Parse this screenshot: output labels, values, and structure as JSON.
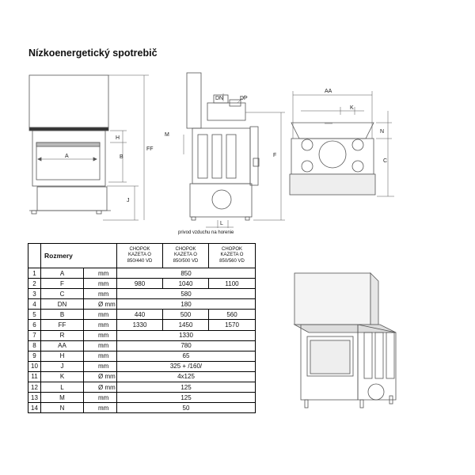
{
  "title": "Nízkoenergetický spotrebič",
  "drawing_labels": {
    "a": "A",
    "h": "H",
    "b": "B",
    "ff": "FF",
    "j": "J",
    "m": "M",
    "dn": "DN",
    "dp": "DP",
    "f": "F",
    "l": "L",
    "aa": "AA",
    "k": "K",
    "n": "N",
    "c": "C"
  },
  "air_note": "privod vzduchu na horenie",
  "table": {
    "heading": "Rozmery",
    "columns": [
      [
        "CHOPOK",
        "KAZETA O",
        "850/440 VD"
      ],
      [
        "CHOPOK",
        "KAZETA O",
        "850/500 VD"
      ],
      [
        "CHOPOK",
        "KAZETA O",
        "850/560 VD"
      ]
    ],
    "rows": [
      {
        "n": "1",
        "name": "A",
        "unit": "mm",
        "values": [
          "850"
        ]
      },
      {
        "n": "2",
        "name": "F",
        "unit": "mm",
        "values": [
          "980",
          "1040",
          "1100"
        ]
      },
      {
        "n": "3",
        "name": "C",
        "unit": "mm",
        "values": [
          "580"
        ]
      },
      {
        "n": "4",
        "name": "DN",
        "unit": "Ø mm",
        "values": [
          "180"
        ]
      },
      {
        "n": "5",
        "name": "B",
        "unit": "mm",
        "values": [
          "440",
          "500",
          "560"
        ]
      },
      {
        "n": "6",
        "name": "FF",
        "unit": "mm",
        "values": [
          "1330",
          "1450",
          "1570"
        ]
      },
      {
        "n": "7",
        "name": "R",
        "unit": "mm",
        "values": [
          "1330"
        ]
      },
      {
        "n": "8",
        "name": "AA",
        "unit": "mm",
        "values": [
          "780"
        ]
      },
      {
        "n": "9",
        "name": "H",
        "unit": "mm",
        "values": [
          "65"
        ]
      },
      {
        "n": "10",
        "name": "J",
        "unit": "mm",
        "values": [
          "325 + /160/"
        ]
      },
      {
        "n": "11",
        "name": "K",
        "unit": "Ø mm",
        "values": [
          "4x125"
        ]
      },
      {
        "n": "12",
        "name": "L",
        "unit": "Ø mm",
        "values": [
          "125"
        ]
      },
      {
        "n": "13",
        "name": "M",
        "unit": "mm",
        "values": [
          "125"
        ]
      },
      {
        "n": "14",
        "name": "N",
        "unit": "mm",
        "values": [
          "50"
        ]
      }
    ]
  }
}
